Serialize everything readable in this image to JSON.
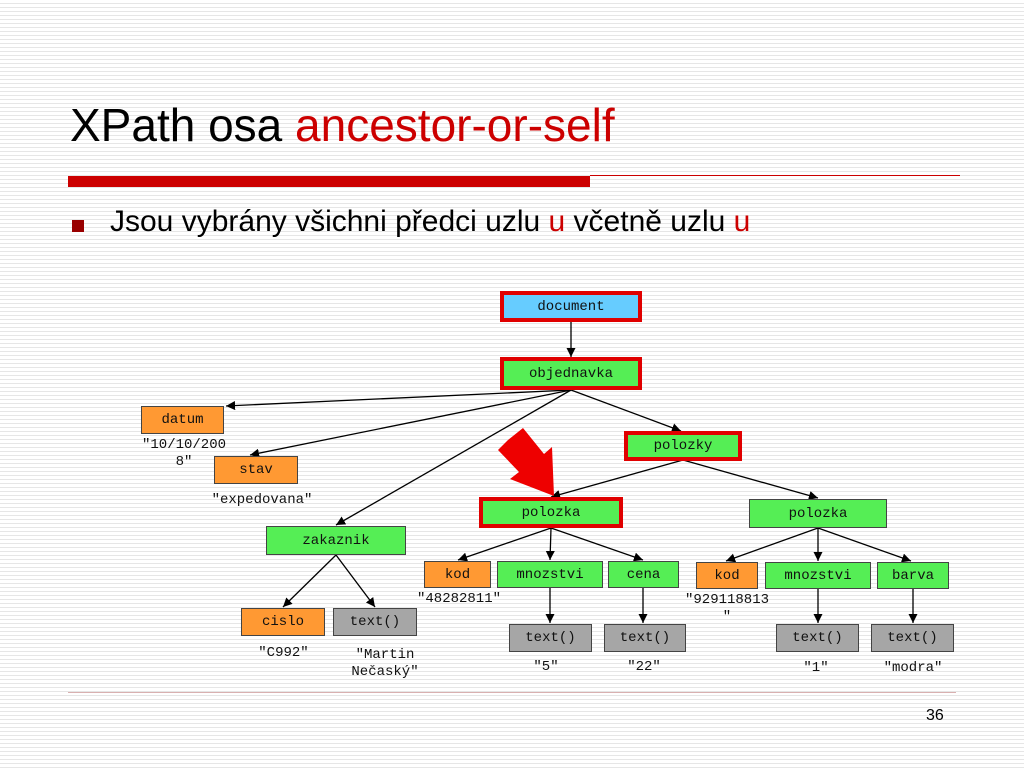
{
  "slide": {
    "title_main": "XPath osa ",
    "title_accent": "ancestor-or-self",
    "bullet_prefix": "Jsou vybrány všichni předci uzlu ",
    "bullet_u1": "u",
    "bullet_mid": " včetně uzlu ",
    "bullet_u2": "u",
    "page_number": "36"
  },
  "colors": {
    "accent": "#cc0000",
    "highlight_border": "#e00000",
    "element_node": "#55ee55",
    "attribute_node": "#ff9933",
    "text_node": "#a6a6a6",
    "document_node": "#66ccff",
    "pointer_arrow": "#ee0000"
  },
  "tree": {
    "nodes": {
      "document": "document",
      "objednavka": "objednavka",
      "datum": "datum",
      "stav": "stav",
      "polozky": "polozky",
      "zakaznik": "zakaznik",
      "polozka1": "polozka",
      "polozka2": "polozka",
      "cislo": "cislo",
      "text_zak": "text()",
      "kod1": "kod",
      "mnozstvi1": "mnozstvi",
      "cena": "cena",
      "kod2": "kod",
      "mnozstvi2": "mnozstvi",
      "barva": "barva",
      "text_mn1": "text()",
      "text_cena": "text()",
      "text_mn2": "text()",
      "text_barva": "text()"
    },
    "values": {
      "datum": "\"10/10/200\n8\"",
      "stav": "\"expedovana\"",
      "cislo": "\"C992\"",
      "text_zak": "\"Martin\nNečaský\"",
      "kod1": "\"48282811\"",
      "kod2": "\"929118813\n\"",
      "text_mn1": "\"5\"",
      "text_cena": "\"22\"",
      "text_mn2": "\"1\"",
      "text_barva": "\"modra\""
    },
    "highlighted_nodes": [
      "document",
      "objednavka",
      "polozky",
      "polozka1"
    ],
    "context_node": "polozka1"
  }
}
